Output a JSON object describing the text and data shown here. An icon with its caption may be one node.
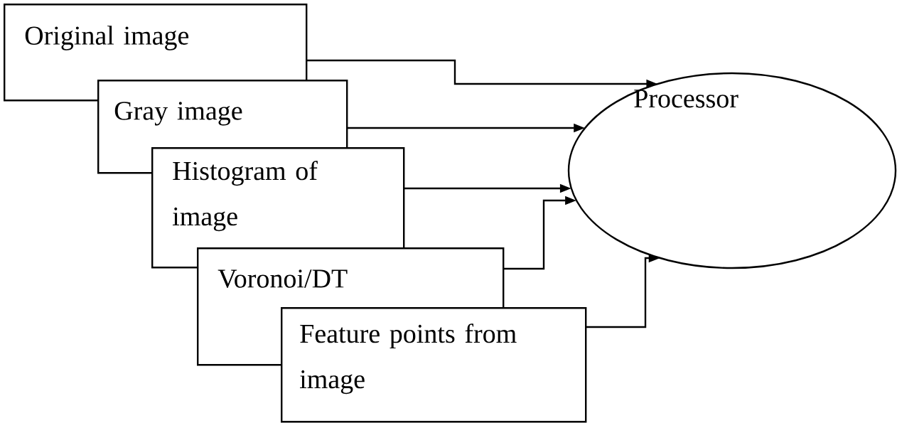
{
  "diagram": {
    "nodes": [
      {
        "text": [
          "Original image"
        ]
      },
      {
        "text": [
          "Gray image"
        ]
      },
      {
        "text": [
          "Histogram of image"
        ]
      },
      {
        "text": [
          "Voronoi/DT"
        ]
      },
      {
        "text": [
          "Feature points from image"
        ]
      },
      {
        "text": [
          "Processor"
        ]
      }
    ],
    "edges": [
      {
        "from": 0,
        "to": 5,
        "arrow": "to"
      },
      {
        "from": 1,
        "to": 5,
        "arrow": "to"
      },
      {
        "from": 2,
        "to": 5,
        "arrow": "to"
      },
      {
        "from": 3,
        "to": 5,
        "arrow": "to"
      },
      {
        "from": 4,
        "to": 5,
        "arrow": "to"
      }
    ]
  }
}
